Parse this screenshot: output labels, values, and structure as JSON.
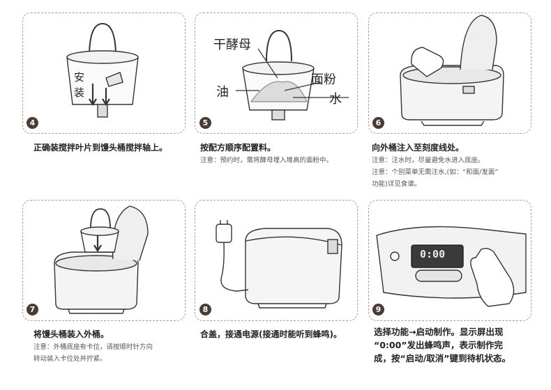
{
  "steps": [
    {
      "num": "4",
      "title": "正确装搅拌叶片到馒头桶搅拌轴上。",
      "notes": [],
      "labels": {
        "v1": "安",
        "v2": "装"
      }
    },
    {
      "num": "5",
      "title": "按配方顺序配置料。",
      "notes": [
        "注意：预约时，需将酵母埋入堆高的面粉中。"
      ],
      "labels": {
        "yeast": "干酵母",
        "oil": "油",
        "flour": "面粉",
        "water": "水"
      }
    },
    {
      "num": "6",
      "title": "向外桶注入至刻度线处。",
      "notes": [
        "注意：注水时，尽量避免水进入底座。",
        "注意：个别菜单无需注水,(如：“和面/发面”",
        "功能)详见食谱。"
      ]
    },
    {
      "num": "7",
      "title": "将馒头桶装入外桶。",
      "notes": [
        "注意：外桶底座有卡位，请按顺时针方向",
        "转动装入卡位处并拧紧。"
      ]
    },
    {
      "num": "8",
      "title": "合盖，接通电源(接通时能听到蜂鸣)。",
      "notes": []
    },
    {
      "num": "9",
      "lines": [
        "选择功能→启动制作。显示屏出现",
        "“0:00”发出蜂鸣声，表示制作完",
        "成，按“启动/取消”键到待机状态。"
      ],
      "display": "0:00"
    }
  ]
}
